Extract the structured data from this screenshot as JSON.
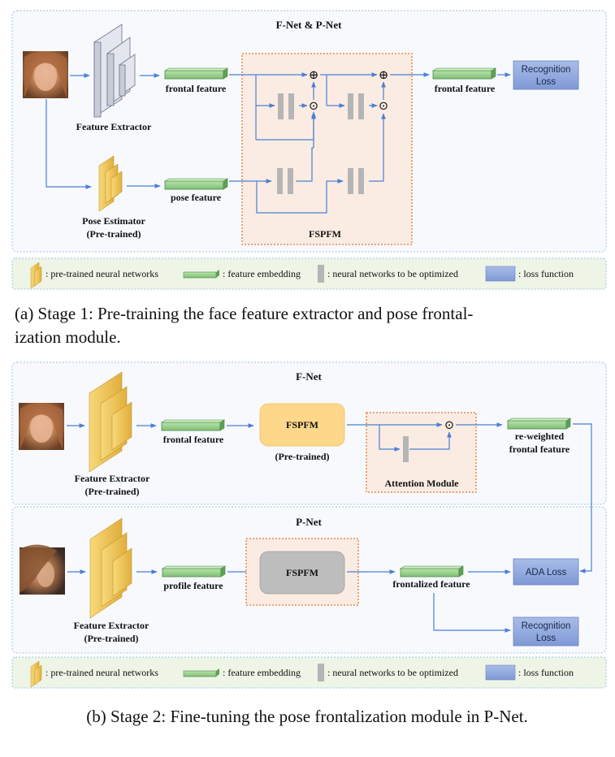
{
  "stage1": {
    "title": "F-Net & P-Net",
    "feature_extractor": "Feature Extractor",
    "frontal_feature": "frontal feature",
    "frontal_feature_out": "frontal feature",
    "recognition_loss_1": "Recognition",
    "recognition_loss_2": "Loss",
    "pose_feature": "pose feature",
    "pose_estimator": "Pose Estimator",
    "pose_estimator_sub": "(Pre-trained)",
    "fspfm": "FSPFM",
    "plus_symbol": "⊕",
    "dot_symbol": "⊙"
  },
  "legend": {
    "pretrained": ": pre-trained neural networks",
    "embedding": ": feature embedding",
    "optimized": ": neural networks to be optimized",
    "loss": ": loss function"
  },
  "caption_a_line1": "(a) Stage 1: Pre-training the face feature extractor and pose frontal-",
  "caption_a_line2": "ization module.",
  "stage2": {
    "fnet_title": "F-Net",
    "pnet_title": "P-Net",
    "feature_extractor": "Feature Extractor",
    "pretrained": "(Pre-trained)",
    "frontal_feature": "frontal feature",
    "fspfm": "FSPFM",
    "fspfm_pretrained": "(Pre-trained)",
    "attention_module": "Attention Module",
    "reweighted_1": "re-weighted",
    "reweighted_2": "frontal feature",
    "profile_feature": "profile feature",
    "frontalized_feature": "frontalized feature",
    "ada_loss": "ADA Loss",
    "recognition_loss_1": "Recognition",
    "recognition_loss_2": "Loss",
    "dot_symbol": "⊙"
  },
  "caption_b": "(b) Stage 2: Fine-tuning the pose frontalization module in P-Net.",
  "colors": {
    "arrow": "#4a7fd4",
    "panel_border": "#9cc3e6",
    "panel_bg": "#f7f9fd",
    "legend_bg": "#eef4e6",
    "fspfm_border": "#e8762c",
    "fspfm_bg": "#fbece3",
    "embedding": "#8ecf84",
    "loss": "#8ea6dc",
    "optimized": "#b5b5b5",
    "pretrained": "#f3c95a",
    "fspfm_orange": "#fdd78a",
    "fspfm_gray": "#bdbdbd"
  }
}
